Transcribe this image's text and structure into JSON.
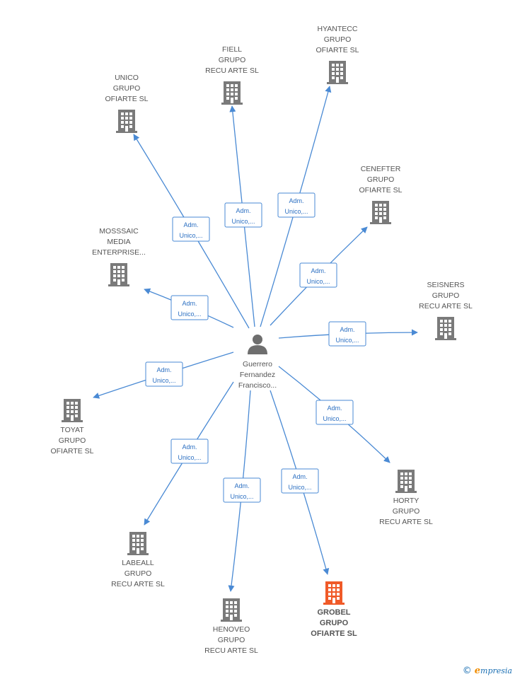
{
  "center": {
    "lines": [
      "Guerrero",
      "Fernandez",
      "Francisco..."
    ],
    "icon": "person-icon"
  },
  "nodes": [
    {
      "id": "hyantecc",
      "lines": [
        "HYANTECC",
        "GRUPO",
        "OFIARTE  SL"
      ],
      "highlight": false
    },
    {
      "id": "fiell",
      "lines": [
        "FIELL",
        "GRUPO",
        "RECU ARTE  SL"
      ],
      "highlight": false
    },
    {
      "id": "unico",
      "lines": [
        "UNICO",
        "GRUPO",
        "OFIARTE  SL"
      ],
      "highlight": false
    },
    {
      "id": "cenefter",
      "lines": [
        "CENEFTER",
        "GRUPO",
        "OFIARTE  SL"
      ],
      "highlight": false
    },
    {
      "id": "mosssaic",
      "lines": [
        "MOSSSAIC",
        "MEDIA",
        "ENTERPRISE..."
      ],
      "highlight": false
    },
    {
      "id": "seisners",
      "lines": [
        "SEISNERS",
        "GRUPO",
        "RECU ARTE  SL"
      ],
      "highlight": false
    },
    {
      "id": "toyat",
      "lines": [
        "TOYAT",
        "GRUPO",
        "OFIARTE  SL"
      ],
      "highlight": false
    },
    {
      "id": "horty",
      "lines": [
        "HORTY",
        "GRUPO",
        "RECU ARTE  SL"
      ],
      "highlight": false
    },
    {
      "id": "labeall",
      "lines": [
        "LABEALL",
        "GRUPO",
        "RECU ARTE  SL"
      ],
      "highlight": false
    },
    {
      "id": "henoveo",
      "lines": [
        "HENOVEO",
        "GRUPO",
        "RECU ARTE  SL"
      ],
      "highlight": false
    },
    {
      "id": "grobel",
      "lines": [
        "GROBEL",
        "GRUPO",
        "OFIARTE  SL"
      ],
      "highlight": true
    }
  ],
  "edges": [
    {
      "to": "hyantecc",
      "label": [
        "Adm.",
        "Unico,..."
      ]
    },
    {
      "to": "fiell",
      "label": [
        "Adm.",
        "Unico,..."
      ]
    },
    {
      "to": "unico",
      "label": [
        "Adm.",
        "Unico,..."
      ]
    },
    {
      "to": "cenefter",
      "label": [
        "Adm.",
        "Unico,..."
      ]
    },
    {
      "to": "mosssaic",
      "label": [
        "Adm.",
        "Unico,..."
      ]
    },
    {
      "to": "seisners",
      "label": [
        "Adm.",
        "Unico,..."
      ]
    },
    {
      "to": "toyat",
      "label": [
        "Adm.",
        "Unico,..."
      ]
    },
    {
      "to": "horty",
      "label": [
        "Adm.",
        "Unico,..."
      ]
    },
    {
      "to": "labeall",
      "label": [
        "Adm.",
        "Unico,..."
      ]
    },
    {
      "to": "henoveo",
      "label": [
        "Adm.",
        "Unico,..."
      ]
    },
    {
      "to": "grobel",
      "label": [
        "Adm.",
        "Unico,..."
      ]
    }
  ],
  "colors": {
    "edge": "#4a8ad4",
    "building": "#7a7a7a",
    "building_highlight": "#f05a28",
    "person": "#6e6e6e"
  },
  "brand": {
    "copyright": "©",
    "e": "e",
    "rest": "mpresia"
  }
}
